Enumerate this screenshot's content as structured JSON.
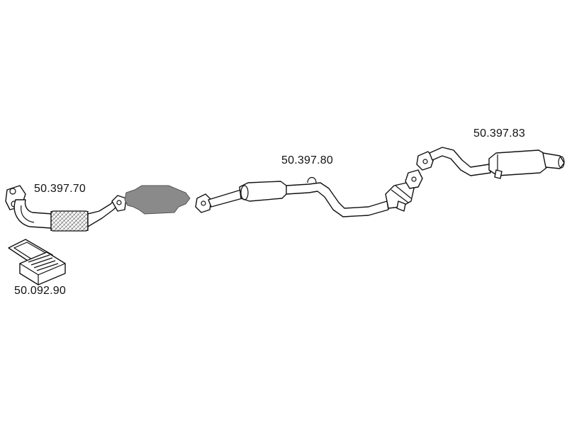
{
  "diagram": {
    "parts": [
      {
        "number": "50.397.70"
      },
      {
        "number": "50.397.80"
      },
      {
        "number": "50.397.83"
      },
      {
        "number": "50.092.90"
      }
    ]
  }
}
